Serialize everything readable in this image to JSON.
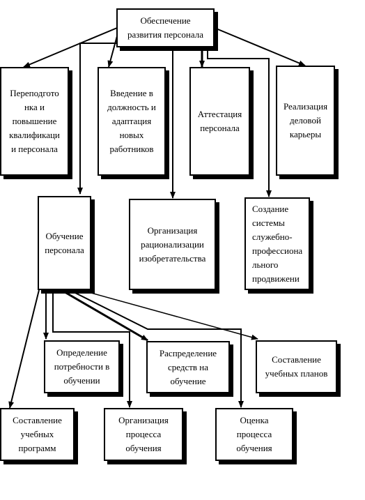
{
  "root": {
    "label": "Обеспечение\nразвития персонала"
  },
  "level1": {
    "retraining": "Переподгото\nнка и\nповышение\nквалификаци\nи персонала",
    "adaptation": "Введение в\nдолжность  и\nадаптация\nновых\nработников",
    "attestation": "Аттестация\nперсонала",
    "career": "Реализация\nделовой\nкарьеры"
  },
  "level2": {
    "training": "Обучение\nперсонала",
    "rationalization": "Организация\nрационализации\nизобретательства",
    "career_system": "Создание\nсистемы\nслужебно-\nпрофессиона\nльного\nпродвижени"
  },
  "level3": {
    "needs": "Определение\nпотребности в\nобучении",
    "funds": "Распределение\nсредств на\nобучение",
    "plans": "Составление\nучебных планов",
    "programs": "Составление\nучебных\nпрограмм",
    "process": "Организация\nпроцесса\nобучения",
    "evaluation": "Оценка\nпроцесса\nобучения"
  }
}
